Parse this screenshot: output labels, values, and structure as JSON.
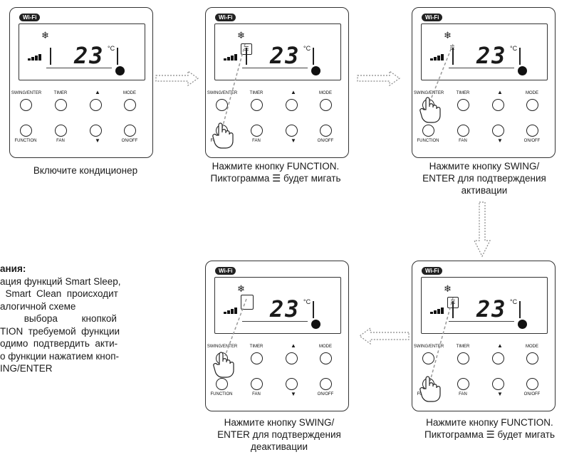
{
  "remote": {
    "wifi_label": "Wi-Fi",
    "temperature": "23",
    "unit": "°C",
    "buttons": {
      "swing_enter": "SWING/ENTER",
      "timer": "TIMER",
      "mode": "MODE",
      "function": "FUNCTION",
      "fan": "FAN",
      "onoff": "ON/OFF",
      "up": "▲",
      "down": "▼"
    }
  },
  "steps": [
    {
      "caption_line1": "Включите кондиционер",
      "caption_line2": ""
    },
    {
      "caption_line1": "Нажмите кнопку FUNCTION.",
      "caption_line2": "Пиктограмма",
      "caption_line2_tail": "будет мигать"
    },
    {
      "caption_line1": "Нажмите кнопку SWING/",
      "caption_line2": "ENTER для подтверждения",
      "caption_line3": "активации"
    },
    {
      "caption_line1": "Нажмите кнопку FUNCTION.",
      "caption_line2": "Пиктограмма",
      "caption_line2_tail": "будет мигать"
    },
    {
      "caption_line1": "Нажмите кнопку SWING/",
      "caption_line2": "ENTER для подтверждения",
      "caption_line3": "деактивации"
    }
  ],
  "notes": {
    "title": "ания:",
    "lines": [
      "ация функций Smart Sleep,",
      "  Smart  Clean  происходит",
      "алогичной схеме",
      "         выбора         кнопкой",
      "TION  требуемой  функции",
      "одимо  подтвердить  акти-",
      "о функции нажатием кноп-",
      "ING/ENTER"
    ]
  },
  "colors": {
    "outline": "#333333",
    "arrow": "#888888",
    "hand": "#222222",
    "indicator_dot": "#111111"
  },
  "icons": [
    "wifi-badge-icon",
    "snowflake-icon",
    "fan-speed-bars-icon",
    "louver-icon",
    "hand-pointer-icon",
    "dashed-arrow-icon"
  ]
}
